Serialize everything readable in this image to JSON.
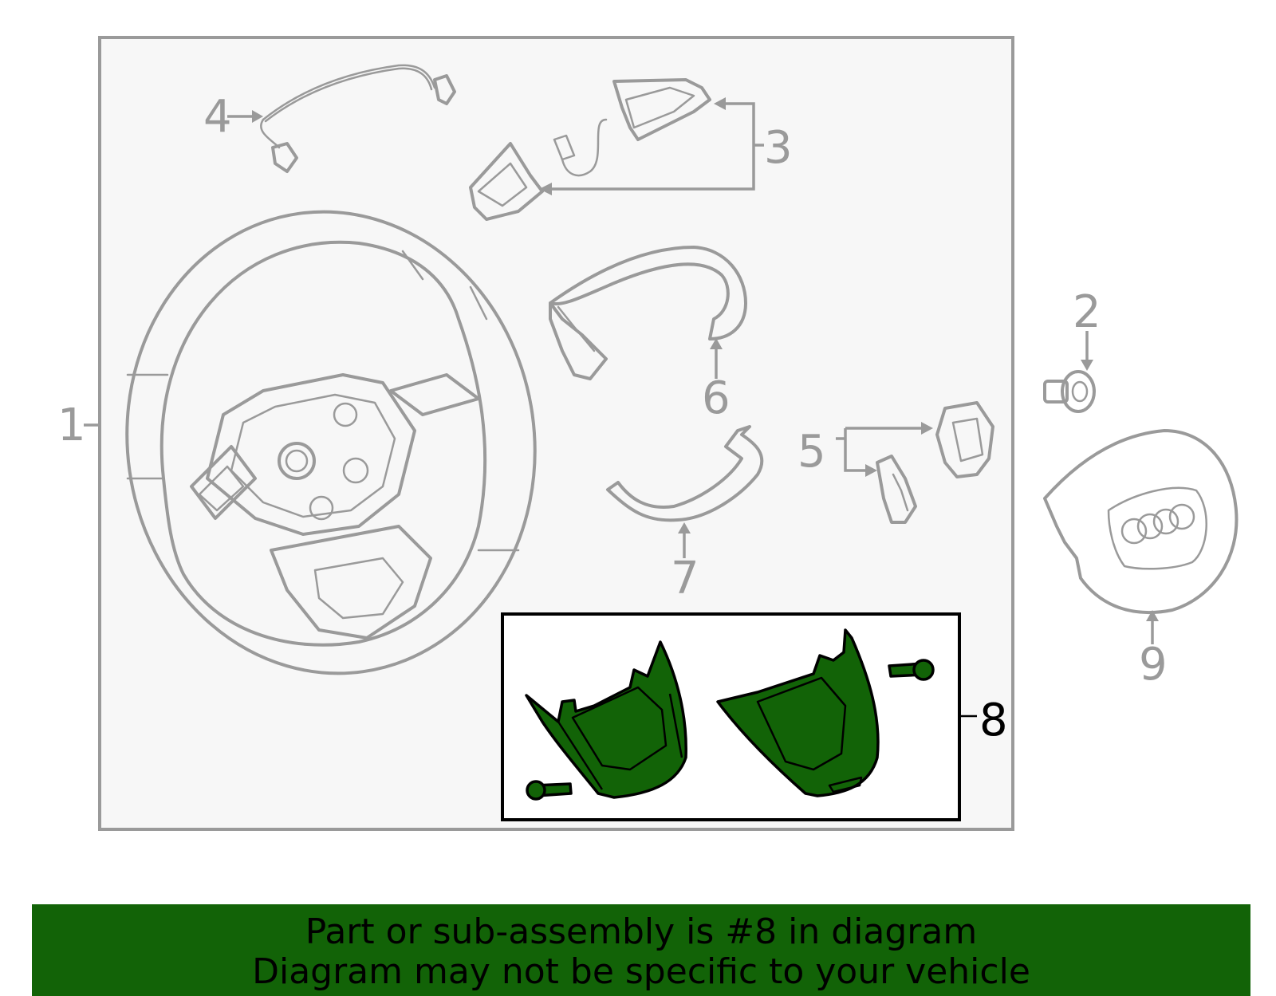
{
  "callouts": {
    "c1": "1",
    "c2": "2",
    "c3": "3",
    "c4": "4",
    "c5": "5",
    "c6": "6",
    "c7": "7",
    "c8": "8",
    "c9": "9"
  },
  "highlighted_callout": "8",
  "colors": {
    "highlight": "#126307",
    "outline": "#9a9a9a",
    "panel_background": "#f7f7f7"
  },
  "banner": {
    "line1": "Part or sub-assembly is #8 in diagram",
    "line2": "Diagram may not be specific to your vehicle"
  }
}
